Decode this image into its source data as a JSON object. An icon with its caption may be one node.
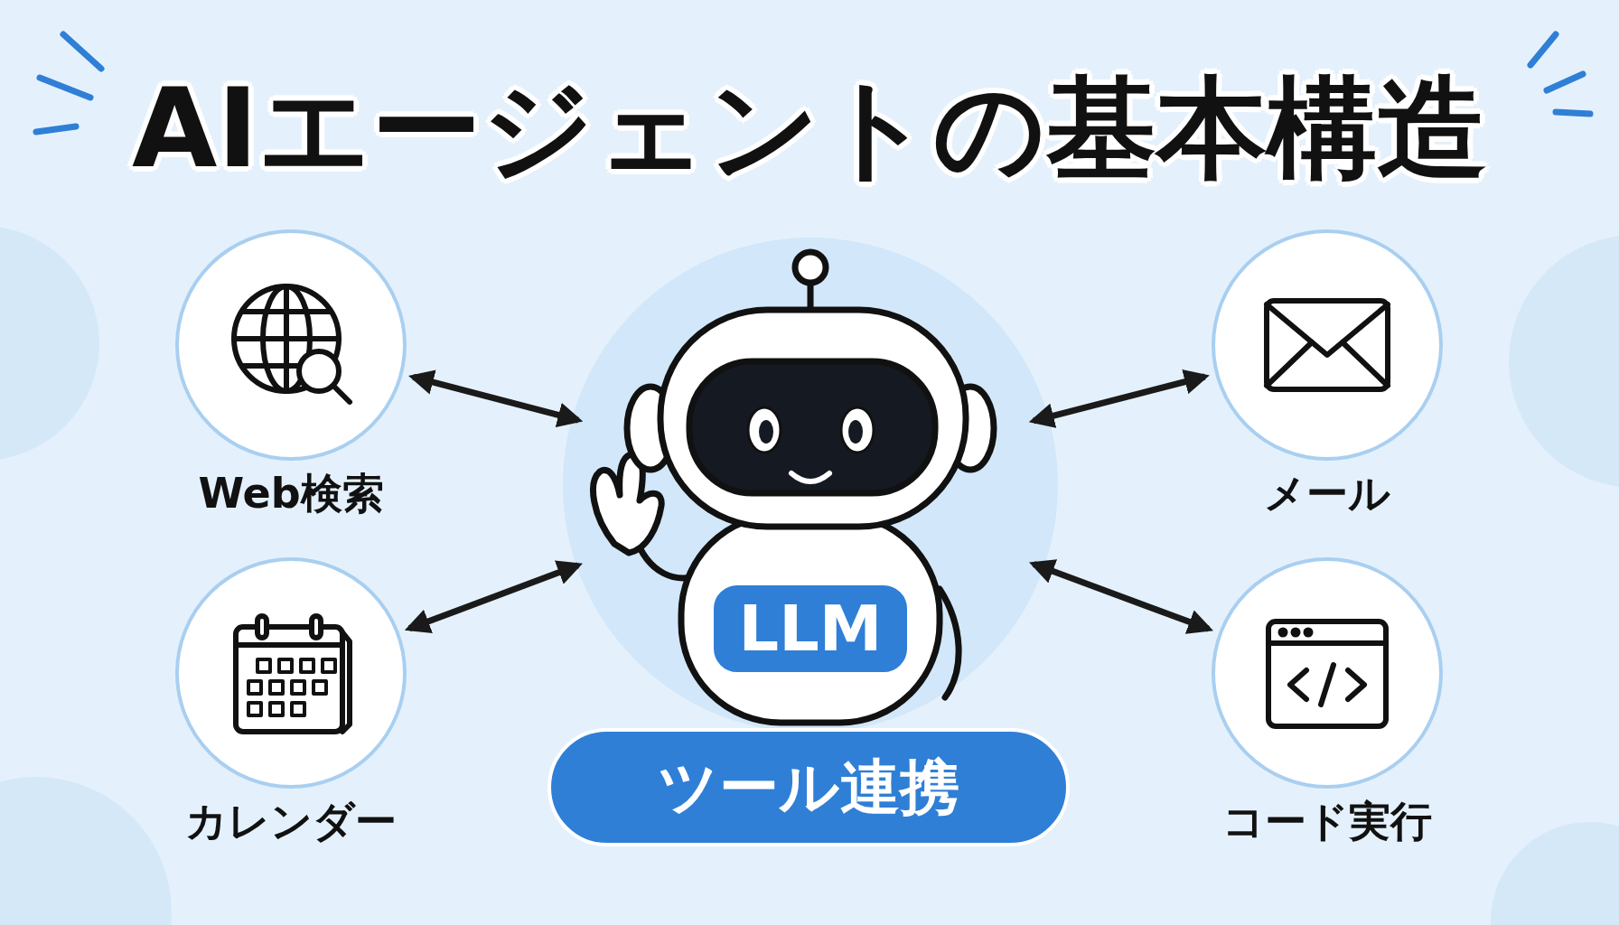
{
  "diagram": {
    "title": "AIエージェントの基本構造",
    "nodes": [
      {
        "text": [
          "Web検索"
        ]
      },
      {
        "text": [
          "LLM"
        ]
      },
      {
        "text": [
          "メール"
        ]
      },
      {
        "text": [
          "カレンダー"
        ]
      },
      {
        "text": [
          "コード実行"
        ]
      },
      {
        "text": [
          "ツール連携"
        ]
      }
    ],
    "edges": [
      {
        "from": 1,
        "to": 0,
        "arrow": "both"
      },
      {
        "from": 1,
        "to": 2,
        "arrow": "both"
      },
      {
        "from": 1,
        "to": 3,
        "arrow": "both"
      },
      {
        "from": 1,
        "to": 4,
        "arrow": "both"
      }
    ]
  }
}
